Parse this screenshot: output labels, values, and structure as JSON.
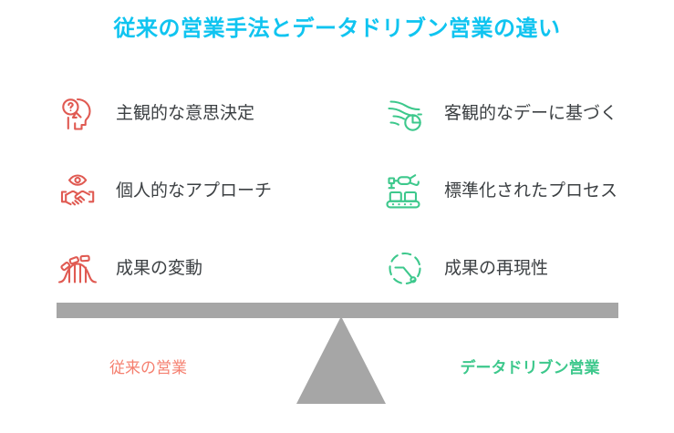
{
  "title": "従来の営業手法とデータドリブン営業の違い",
  "colors": {
    "title": "#10c4f0",
    "traditional": "#e05a52",
    "datadriven": "#3dc88c",
    "beam": "#a6a6a6",
    "label_text": "#3c4043",
    "caption_left": "#f58070",
    "caption_right": "#3dc88c"
  },
  "columns": {
    "traditional": {
      "items": [
        {
          "icon": "head-question-magnifier-icon",
          "label": "主観的な意思決定"
        },
        {
          "icon": "handshake-eye-icon",
          "label": "個人的なアプローチ"
        },
        {
          "icon": "roller-coaster-icon",
          "label": "成果の変動"
        }
      ]
    },
    "datadriven": {
      "items": [
        {
          "icon": "data-stream-pie-clock-icon",
          "label": "客観的なデーに基づく"
        },
        {
          "icon": "robotic-arm-conveyor-icon",
          "label": "標準化されたプロセス"
        },
        {
          "icon": "dashed-circle-gauge-icon",
          "label": "成果の再現性"
        }
      ]
    }
  },
  "balance": {
    "left_caption": "従来の営業",
    "right_caption": "データドリブン営業"
  }
}
